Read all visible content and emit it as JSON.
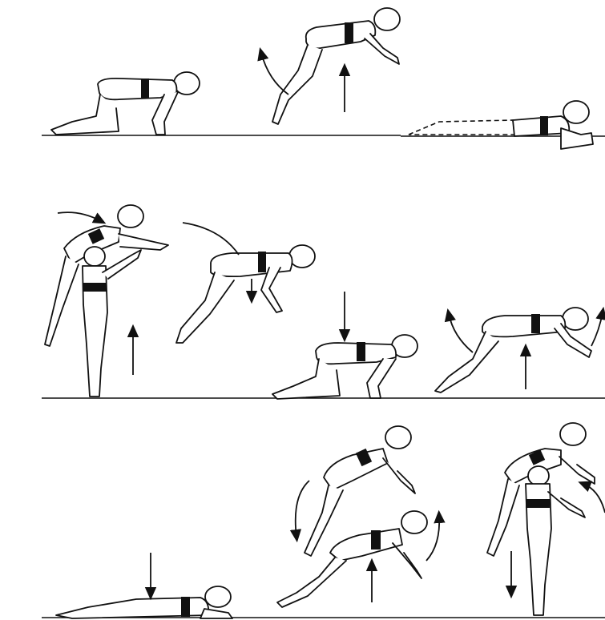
{
  "figure": {
    "rows": [
      {
        "panels": [
          "kneeling-start",
          "jump-up",
          "prone-landing"
        ]
      },
      {
        "panels": [
          "assisted-lift",
          "falling-forward",
          "kneeling-down",
          "rolling-out"
        ]
      },
      {
        "panels": [
          "prone-lying",
          "leaping-pair",
          "assisted-lift-2"
        ]
      }
    ],
    "colors": {
      "line": "#111111",
      "fill": "#ffffff",
      "belt": "#111111"
    },
    "icons": [
      "up-arrow-icon",
      "down-arrow-icon",
      "curved-arrow-icon"
    ]
  }
}
